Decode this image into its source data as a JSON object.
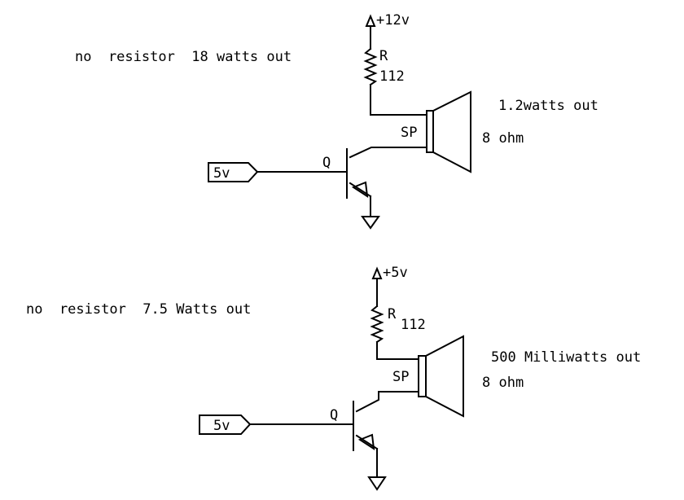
{
  "circuit_top": {
    "supply_label": "+12v",
    "resistor_label": "R",
    "resistor_value": "112",
    "speaker_label": "SP",
    "transistor_label": "Q",
    "input_label": "5v",
    "note": "no  resistor  18 watts out",
    "output_note": "1.2watts out",
    "impedance_note": "8 ohm"
  },
  "circuit_bottom": {
    "supply_label": "+5v",
    "resistor_label": "R",
    "resistor_value": "112",
    "speaker_label": "SP",
    "transistor_label": "Q",
    "input_label": "5v",
    "note": "no  resistor  7.5 Watts out",
    "output_note": "500 Milliwatts out",
    "impedance_note": "8 ohm"
  }
}
